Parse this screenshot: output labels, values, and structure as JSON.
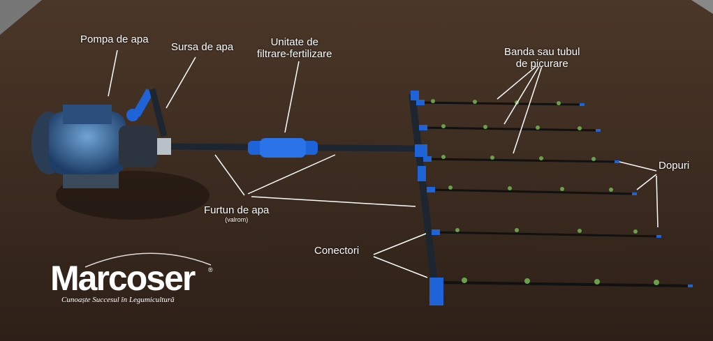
{
  "labels": {
    "pump": "Pompa de apa",
    "source": "Sursa de apa",
    "filter_line1": "Unitate de",
    "filter_line2": "filtrare-fertilizare",
    "tape_line1": "Banda sau tubul",
    "tape_line2": "de picurare",
    "plugs": "Dopuri",
    "hose": "Furtun de apa",
    "hose_sub": "(valrom)",
    "connectors": "Conectori"
  },
  "logo": {
    "name": "Marcoser",
    "registered": "®",
    "tagline": "Cunoaște Succesul în Legumicultură"
  },
  "colors": {
    "soil": "#3a2a20",
    "pipe": "#1c2530",
    "accent_blue": "#1f63d8",
    "arrow": "#ffffff"
  }
}
